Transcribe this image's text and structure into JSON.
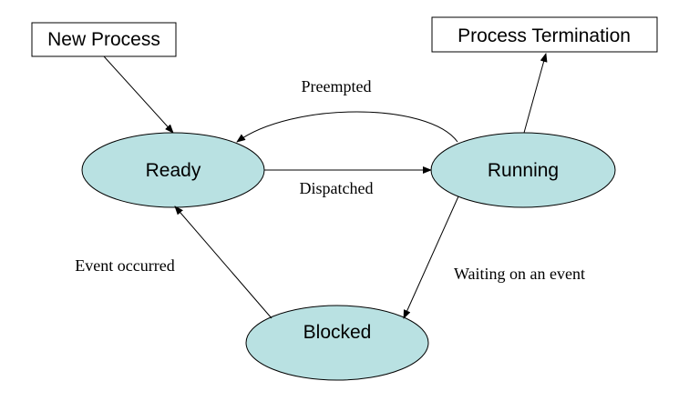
{
  "diagram": {
    "boxes": {
      "new_process": "New Process",
      "process_termination": "Process Termination"
    },
    "states": {
      "ready": "Ready",
      "running": "Running",
      "blocked": "Blocked"
    },
    "transitions": {
      "preempted": "Preempted",
      "dispatched": "Dispatched",
      "event_occurred": "Event occurred",
      "waiting_on_event": "Waiting on an event"
    }
  },
  "colors": {
    "state_fill": "#b9e1e2",
    "stroke": "#000000",
    "background": "#ffffff"
  }
}
